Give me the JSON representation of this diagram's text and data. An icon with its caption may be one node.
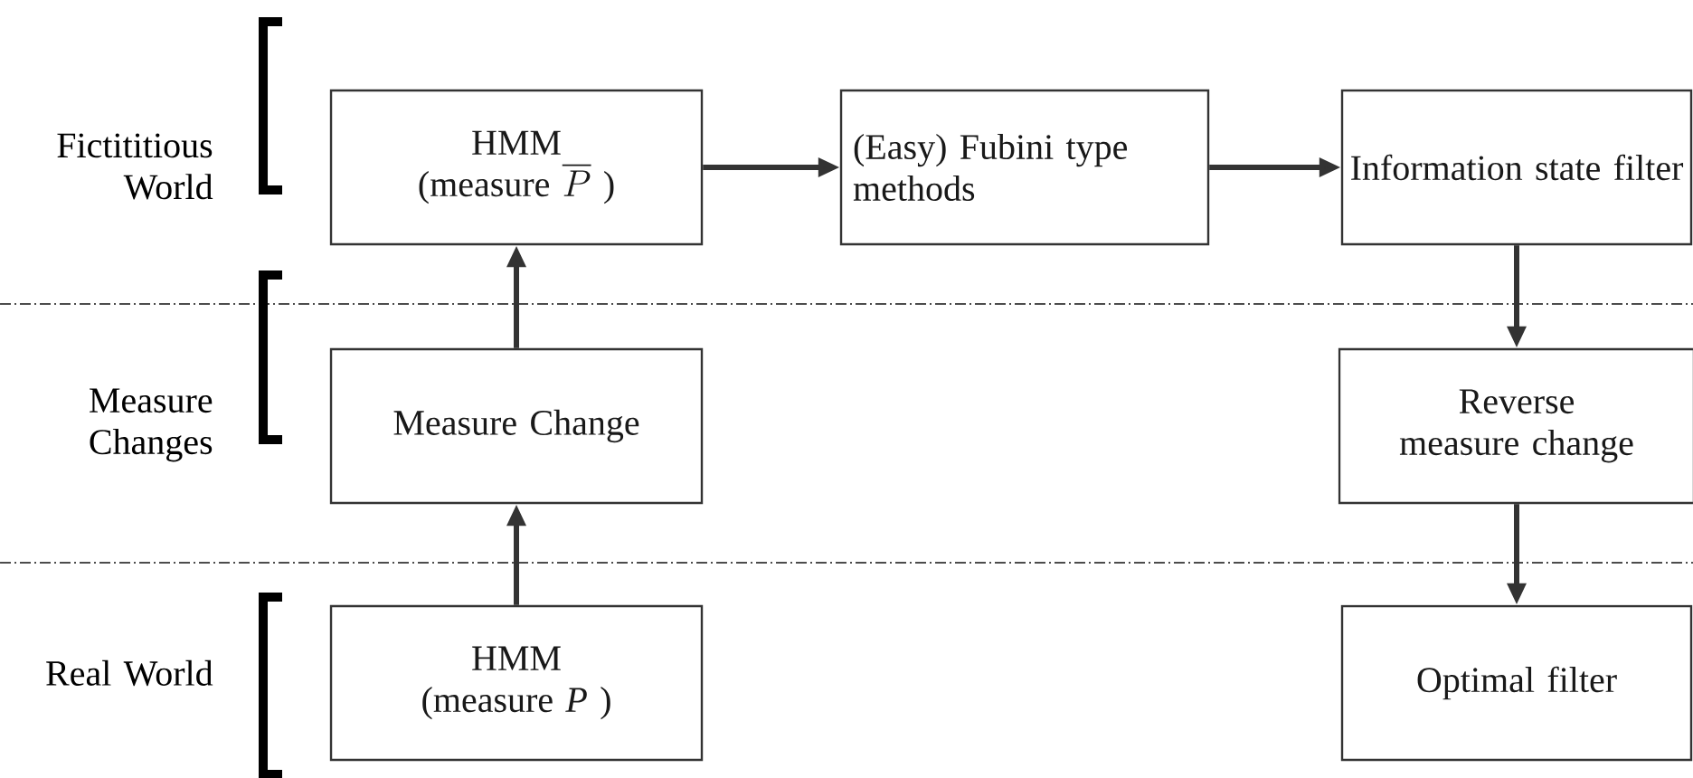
{
  "diagram": {
    "nodes": [
      {
        "text": [
          "HMM",
          "\\text{(measure }\\overline{P}\\text{ )}"
        ]
      },
      {
        "text": [
          "(Easy) Fubini type methods"
        ]
      },
      {
        "text": [
          "Information state filter"
        ]
      },
      {
        "text": [
          "Measure Change"
        ]
      },
      {
        "text": [
          "HMM",
          "(measure *P* )"
        ]
      },
      {
        "text": [
          "Reverse measure change"
        ]
      },
      {
        "text": [
          "Optimal filter"
        ]
      }
    ],
    "edges": [
      {
        "from": 0,
        "to": 1,
        "arrow": "to"
      },
      {
        "from": 1,
        "to": 2,
        "arrow": "to"
      },
      {
        "from": 3,
        "to": 0,
        "arrow": "to"
      },
      {
        "from": 4,
        "to": 3,
        "arrow": "to"
      },
      {
        "from": 2,
        "to": 5,
        "arrow": "to"
      },
      {
        "from": 5,
        "to": 6,
        "arrow": "to"
      }
    ],
    "labels": [
      "Fictititious World",
      "Measure Changes",
      "Real World"
    ]
  }
}
